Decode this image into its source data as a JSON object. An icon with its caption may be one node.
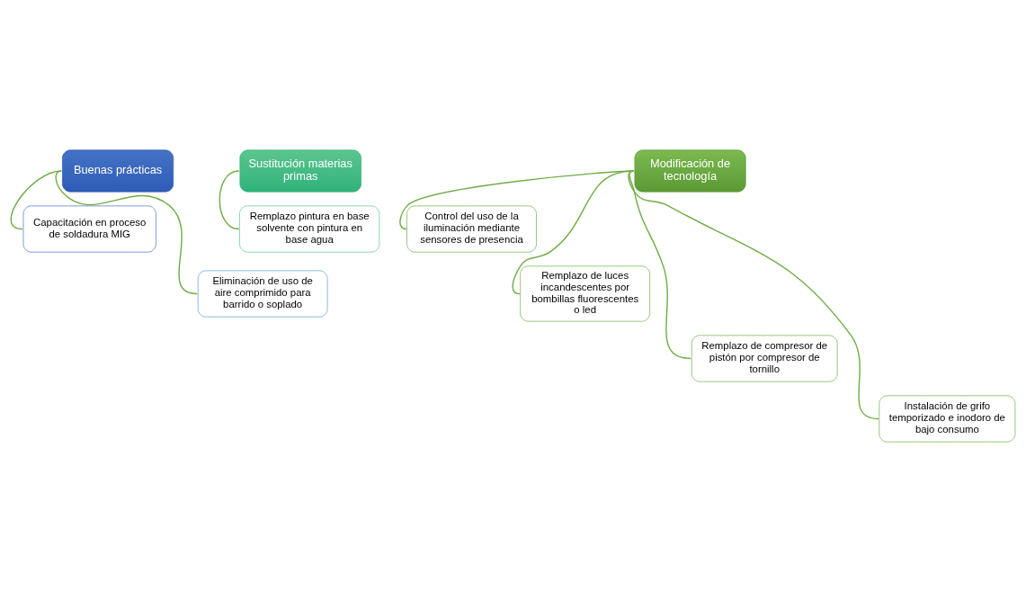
{
  "diagram": {
    "nodes": [
      {
        "text": [
          "Buenas prácticas"
        ]
      },
      {
        "text": [
          "Capacitación en proceso de soldadura MIG"
        ]
      },
      {
        "text": [
          "Eliminación de uso de aire comprimido para barrido o soplado"
        ]
      },
      {
        "text": [
          "Sustitución materias primas"
        ]
      },
      {
        "text": [
          "Remplazo pintura en base solvente con pintura en base agua"
        ]
      },
      {
        "text": [
          "Modificación de tecnología"
        ]
      },
      {
        "text": [
          "Control del uso de la iluminación mediante sensores de presencia"
        ]
      },
      {
        "text": [
          "Remplazo de luces incandescentes por bombillas fluorescentes o led"
        ]
      },
      {
        "text": [
          "Remplazo de compresor de pistón por compresor de tornillo"
        ]
      },
      {
        "text": [
          "Instalación de grifo temporizado e inodoro de bajo consumo"
        ]
      }
    ],
    "edges": [
      {
        "from": 0,
        "to": 1,
        "arrow": "none"
      },
      {
        "from": 0,
        "to": 2,
        "arrow": "none"
      },
      {
        "from": 3,
        "to": 4,
        "arrow": "none"
      },
      {
        "from": 5,
        "to": 6,
        "arrow": "none"
      },
      {
        "from": 5,
        "to": 7,
        "arrow": "none"
      },
      {
        "from": 5,
        "to": 8,
        "arrow": "none"
      },
      {
        "from": 5,
        "to": 9,
        "arrow": "none"
      }
    ]
  }
}
